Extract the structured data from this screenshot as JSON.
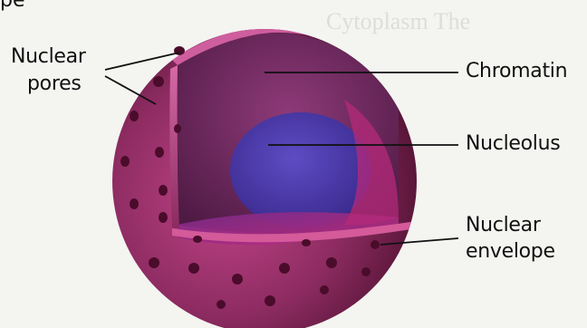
{
  "labels": {
    "top_fragment": "pe",
    "nuclear_pores_line1": "Nuclear",
    "nuclear_pores_line2": "pores",
    "chromatin": "Chromatin",
    "nucleolus": "Nucleolus",
    "nuclear_envelope_line1": "Nuclear",
    "nuclear_envelope_line2": "envelope"
  },
  "background_text": [
    "Cytoplasm The",
    "",
    "",
    "",
    "",
    "",
    ""
  ],
  "colors": {
    "envelope": "#8e2c62",
    "envelope_dark": "#5a1238",
    "chromatin": "#7a2a64",
    "nucleolus": "#4a3aa8",
    "inner_floor": "#a0287a",
    "pore": "#4a0c2a"
  }
}
